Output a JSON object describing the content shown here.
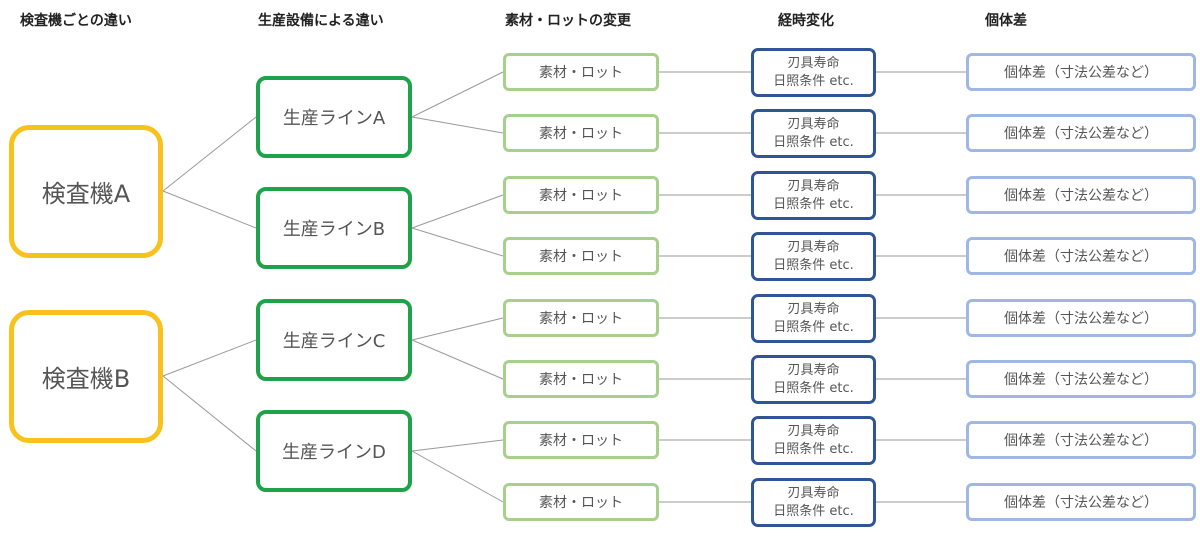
{
  "headers": [
    "検査機ごとの違い",
    "生産設備による違い",
    "素材・ロットの変更",
    "経時変化",
    "個体差"
  ],
  "machines": [
    {
      "label": "検査機A",
      "lines": [
        0,
        1
      ]
    },
    {
      "label": "検査機B",
      "lines": [
        2,
        3
      ]
    }
  ],
  "lines": [
    {
      "label": "生産ラインA"
    },
    {
      "label": "生産ラインB"
    },
    {
      "label": "生産ラインC"
    },
    {
      "label": "生産ラインD"
    }
  ],
  "rows": [
    {
      "material": "素材・ロット",
      "aging_line1": "刃具寿命",
      "aging_line2": "日照条件 etc.",
      "individual": "個体差（寸法公差など）"
    },
    {
      "material": "素材・ロット",
      "aging_line1": "刃具寿命",
      "aging_line2": "日照条件 etc.",
      "individual": "個体差（寸法公差など）"
    },
    {
      "material": "素材・ロット",
      "aging_line1": "刃具寿命",
      "aging_line2": "日照条件 etc.",
      "individual": "個体差（寸法公差など）"
    },
    {
      "material": "素材・ロット",
      "aging_line1": "刃具寿命",
      "aging_line2": "日照条件 etc.",
      "individual": "個体差（寸法公差など）"
    },
    {
      "material": "素材・ロット",
      "aging_line1": "刃具寿命",
      "aging_line2": "日照条件 etc.",
      "individual": "個体差（寸法公差など）"
    },
    {
      "material": "素材・ロット",
      "aging_line1": "刃具寿命",
      "aging_line2": "日照条件 etc.",
      "individual": "個体差（寸法公差など）"
    },
    {
      "material": "素材・ロット",
      "aging_line1": "刃具寿命",
      "aging_line2": "日照条件 etc.",
      "individual": "個体差（寸法公差など）"
    },
    {
      "material": "素材・ロット",
      "aging_line1": "刃具寿命",
      "aging_line2": "日照条件 etc.",
      "individual": "個体差（寸法公差など）"
    }
  ],
  "colors": {
    "machine_border": "#f7c21b",
    "line_border": "#1fa34a",
    "material_border": "#a8d08d",
    "aging_border": "#2f5597",
    "individual_border": "#9fb7e3",
    "connector": "#9a9a9a"
  }
}
